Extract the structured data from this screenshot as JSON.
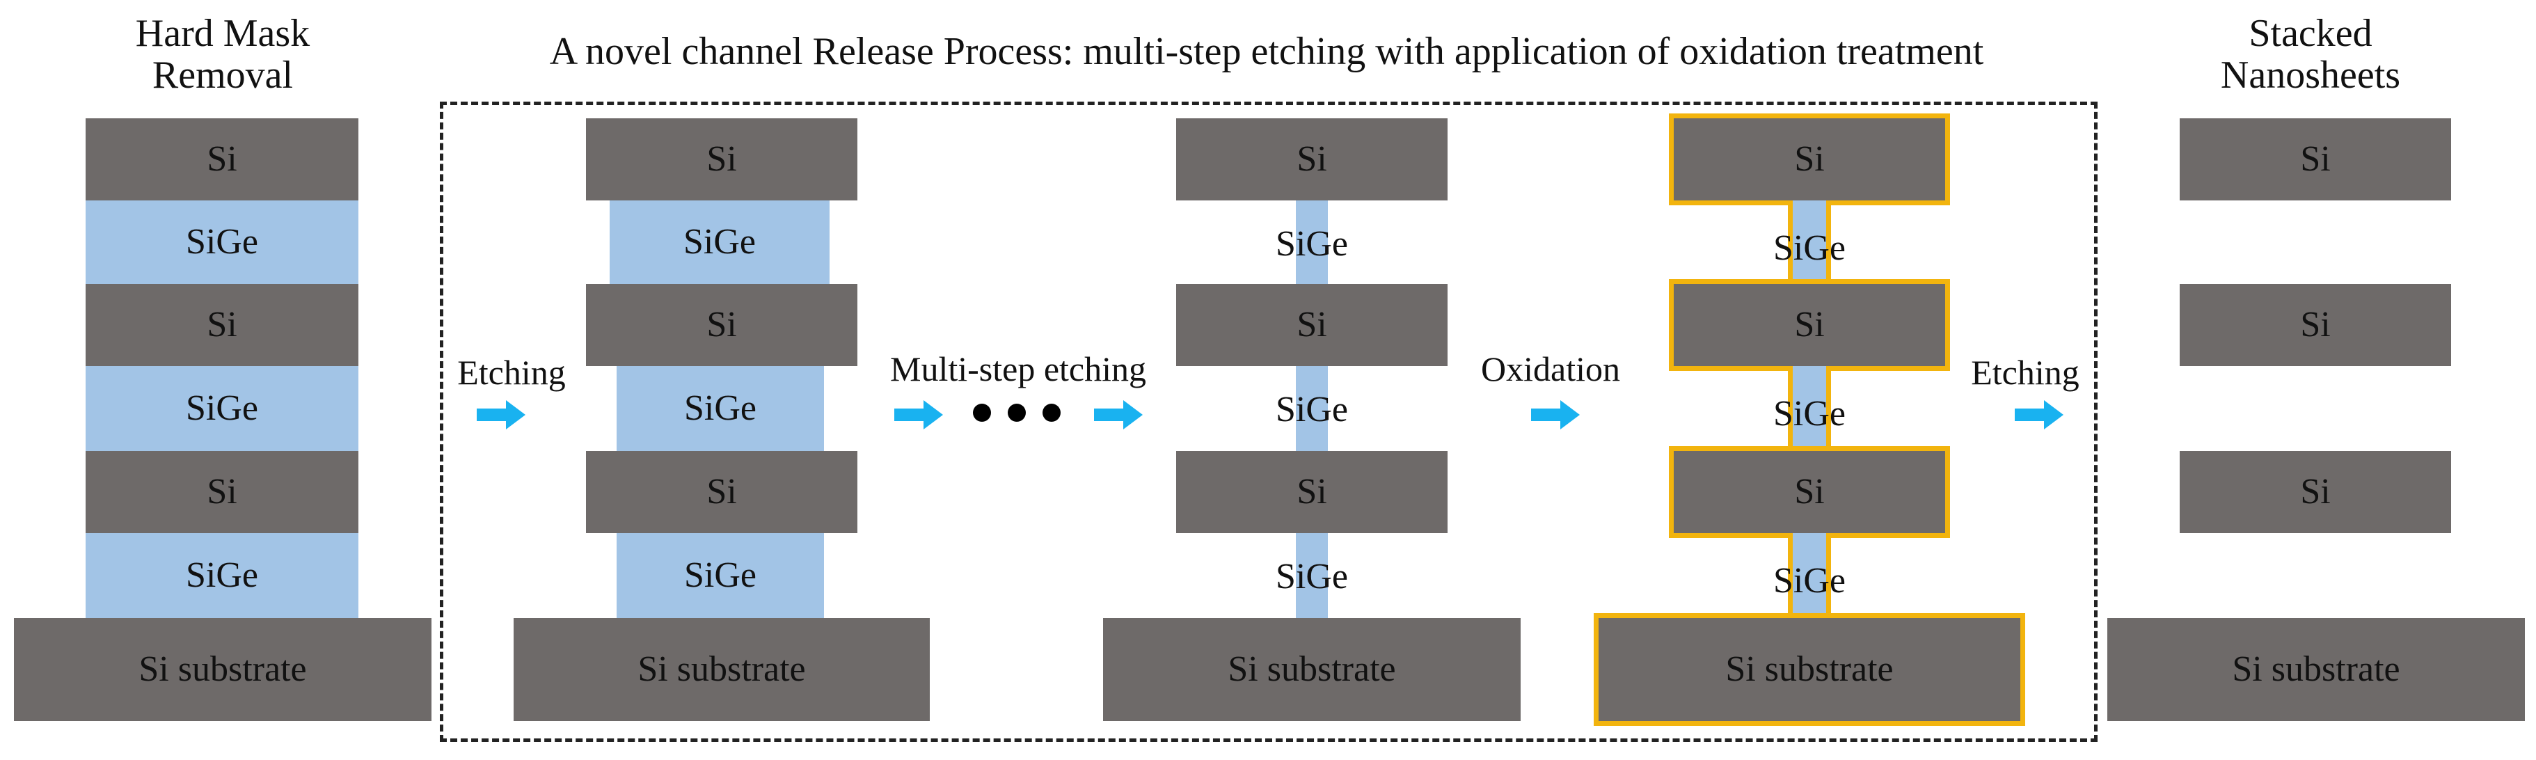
{
  "titles": {
    "hard_mask_line1": "Hard Mask",
    "hard_mask_line2": "Removal",
    "main": "A novel channel Release Process: multi-step etching with application of oxidation treatment",
    "stacked_line1": "Stacked",
    "stacked_line2": "Nanosheets"
  },
  "materials": {
    "si": "Si",
    "sige": "SiGe",
    "substrate": "Si substrate"
  },
  "steps": {
    "etching": "Etching",
    "multistep": "Multi-step etching",
    "oxidation": "Oxidation",
    "etching_final": "Etching"
  },
  "colors": {
    "si": "#6e6a69",
    "sige": "#a2c4e6",
    "oxide_outline": "#f2b40e",
    "arrow": "#19b2f0"
  }
}
